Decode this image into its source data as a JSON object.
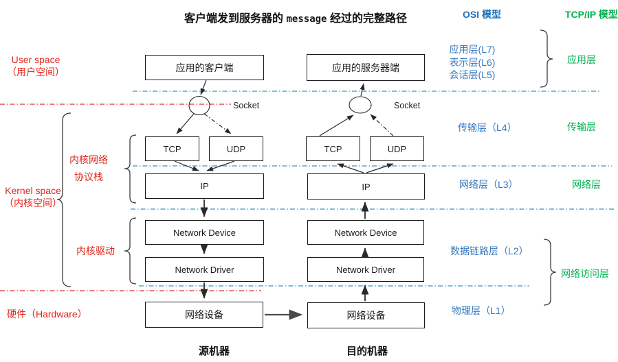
{
  "title": {
    "part1": "客户端发到服务器的",
    "part2": "message",
    "part3": "经过的完整路径"
  },
  "headers": {
    "osi": "OSI 模型",
    "tcpip": "TCP/IP 模型"
  },
  "annotations": {
    "user_space_line1": "User space",
    "user_space_line2": "（用户空间）",
    "kernel_space_line1": "Kernel space",
    "kernel_space_line2": "（内核空间）",
    "kernel_net_stack_line1": "内核网络",
    "kernel_net_stack_line2": "协议栈",
    "kernel_driver": "内核驱动",
    "hardware": "硬件（Hardware）"
  },
  "shared_boxes": {
    "tcp": "TCP",
    "udp": "UDP",
    "ip": "IP",
    "device": "Network Device",
    "driver": "Network Driver",
    "nic": "网络设备",
    "socket_label": "Socket"
  },
  "machines": {
    "source": {
      "app": "应用的客户端",
      "caption": "源机器"
    },
    "dest": {
      "app": "应用的服务器端",
      "caption": "目的机器"
    }
  },
  "osi": {
    "layers": [
      "应用层(L7)",
      "表示层(L6)",
      "会话层(L5)",
      "传输层（L4）",
      "网络层（L3）",
      "数据链路层（L2）",
      "物理层（L1）"
    ]
  },
  "tcpip": {
    "layers": [
      "应用层",
      "传输层",
      "网络层",
      "网络访问层"
    ]
  },
  "colors": {
    "osi_blue": "#1D70B8",
    "layer_blue": "#3578BE",
    "tcpip_green": "#00B050",
    "annotation_red": "#E3241C",
    "separator_cyan": "#55A9C9",
    "separator_red": "#E0544B",
    "box_border": "#1a1a1a",
    "arrow": "#2a2a2a"
  }
}
